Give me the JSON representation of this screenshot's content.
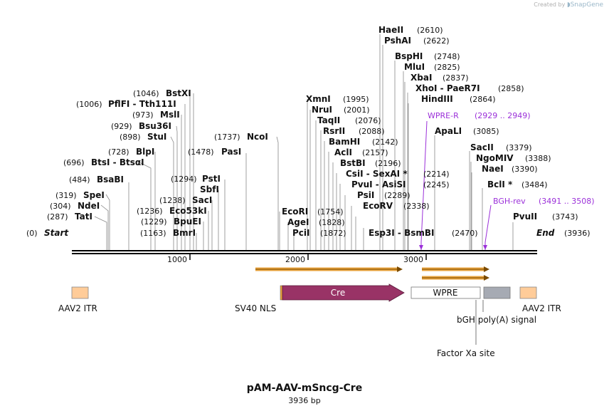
{
  "credit": {
    "prefix": "Created by",
    "brand": "SnapGene"
  },
  "title": "pAM-AAV-mSncg-Cre",
  "length": "3936 bp",
  "ruler": {
    "ticks": [
      "1000",
      "2000",
      "3000"
    ]
  },
  "start": {
    "pos": "(0)",
    "label": "Start"
  },
  "end": {
    "label": "End",
    "pos": "(3936)"
  },
  "sites": [
    {
      "name": "TatI",
      "pos": "(287)"
    },
    {
      "name": "NdeI",
      "pos": "(304)"
    },
    {
      "name": "SpeI",
      "pos": "(319)"
    },
    {
      "name": "BsaBI",
      "pos": "(484)"
    },
    {
      "name": "BtsI - BtsαI",
      "pos": "(696)"
    },
    {
      "name": "BlpI",
      "pos": "(728)"
    },
    {
      "name": "StuI",
      "pos": "(898)"
    },
    {
      "name": "Bsu36I",
      "pos": "(929)"
    },
    {
      "name": "MslI",
      "pos": "(973)"
    },
    {
      "name": "PflFI - Tth111I",
      "pos": "(1006)"
    },
    {
      "name": "BstXI",
      "pos": "(1046)"
    },
    {
      "name": "BmrI",
      "pos": "(1163)"
    },
    {
      "name": "BpuEI",
      "pos": "(1229)"
    },
    {
      "name": "Eco53kI",
      "pos": "(1236)"
    },
    {
      "name": "SacI",
      "pos": "(1238)"
    },
    {
      "name": "SbfI",
      "pos": ""
    },
    {
      "name": "PstI",
      "pos": "(1294)"
    },
    {
      "name": "PasI",
      "pos": "(1478)"
    },
    {
      "name": "NcoI",
      "pos": "(1737)"
    },
    {
      "name": "EcoRI",
      "pos": "(1754)"
    },
    {
      "name": "AgeI",
      "pos": "(1828)"
    },
    {
      "name": "PciI",
      "pos": "(1872)"
    },
    {
      "name": "XmnI",
      "pos": "(1995)"
    },
    {
      "name": "NruI",
      "pos": "(2001)"
    },
    {
      "name": "TaqII",
      "pos": "(2076)"
    },
    {
      "name": "RsrII",
      "pos": "(2088)"
    },
    {
      "name": "BamHI",
      "pos": "(2142)"
    },
    {
      "name": "AclI",
      "pos": "(2157)"
    },
    {
      "name": "BstBI",
      "pos": "(2196)"
    },
    {
      "name": "CsiI - SexAI *",
      "pos": "(2214)"
    },
    {
      "name": "PvuI - AsiSI",
      "pos": "(2245)"
    },
    {
      "name": "PsiI",
      "pos": "(2289)"
    },
    {
      "name": "EcoRV",
      "pos": "(2338)"
    },
    {
      "name": "Esp3I - BsmBI",
      "pos": "(2470)"
    },
    {
      "name": "HaeII",
      "pos": "(2610)"
    },
    {
      "name": "PshAI",
      "pos": "(2622)"
    },
    {
      "name": "BspHI",
      "pos": "(2748)"
    },
    {
      "name": "MluI",
      "pos": "(2825)"
    },
    {
      "name": "XbaI",
      "pos": "(2837)"
    },
    {
      "name": "XhoI - PaeR7I",
      "pos": "(2858)"
    },
    {
      "name": "HindIII",
      "pos": "(2864)"
    },
    {
      "name": "ApaLI",
      "pos": "(3085)"
    },
    {
      "name": "SacII",
      "pos": "(3379)"
    },
    {
      "name": "NgoMIV",
      "pos": "(3388)"
    },
    {
      "name": "NaeI",
      "pos": "(3390)"
    },
    {
      "name": "BclI *",
      "pos": "(3484)"
    },
    {
      "name": "PvuII",
      "pos": "(3743)"
    }
  ],
  "primers": [
    {
      "name": "WPRE-R",
      "pos": "(2929 .. 2949)"
    },
    {
      "name": "BGH-rev",
      "pos": "(3491 .. 3508)"
    }
  ],
  "features": [
    {
      "name": "AAV2 ITR",
      "color": "#ffcc99"
    },
    {
      "name": "SV40 NLS",
      "color": "#e8a33d"
    },
    {
      "name": "Cre",
      "color": "#993366"
    },
    {
      "name": "WPRE",
      "color": "#ffffff"
    },
    {
      "name": "bGH poly(A) signal",
      "color": "#a6aab3"
    },
    {
      "name": "Factor Xa site",
      "color": "#e8a33d"
    },
    {
      "name": "AAV2 ITR",
      "color": "#ffcc99"
    }
  ],
  "colors": {
    "primer": "#9b30d9",
    "backbone": "#000000",
    "feature_stroke": "#555555"
  }
}
